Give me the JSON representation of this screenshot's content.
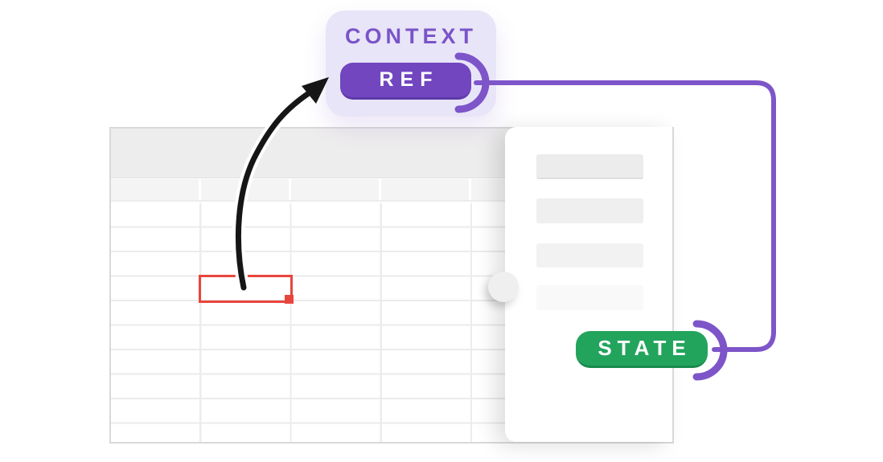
{
  "labels": {
    "context": "CONTEXT",
    "ref": "REF",
    "state": "STATE"
  },
  "colors": {
    "context_box_bg": "#e9e5f8",
    "context_text": "#7a54c8",
    "ref_badge_bg": "#7146bf",
    "connector_line": "#7d55c9",
    "state_badge_bg": "#23a45d",
    "selection_red": "#e8463d",
    "arrow_black": "#161616",
    "sheet_band_gray": "#eeeded",
    "panel_bar_gray": "#ececec"
  },
  "icons": {
    "arrow": "curved-arrow-icon",
    "ref_bracket": "bracket-icon",
    "state_bracket": "bracket-icon",
    "fill_handle": "fill-handle-icon",
    "drag_handle": "drag-handle-icon"
  }
}
